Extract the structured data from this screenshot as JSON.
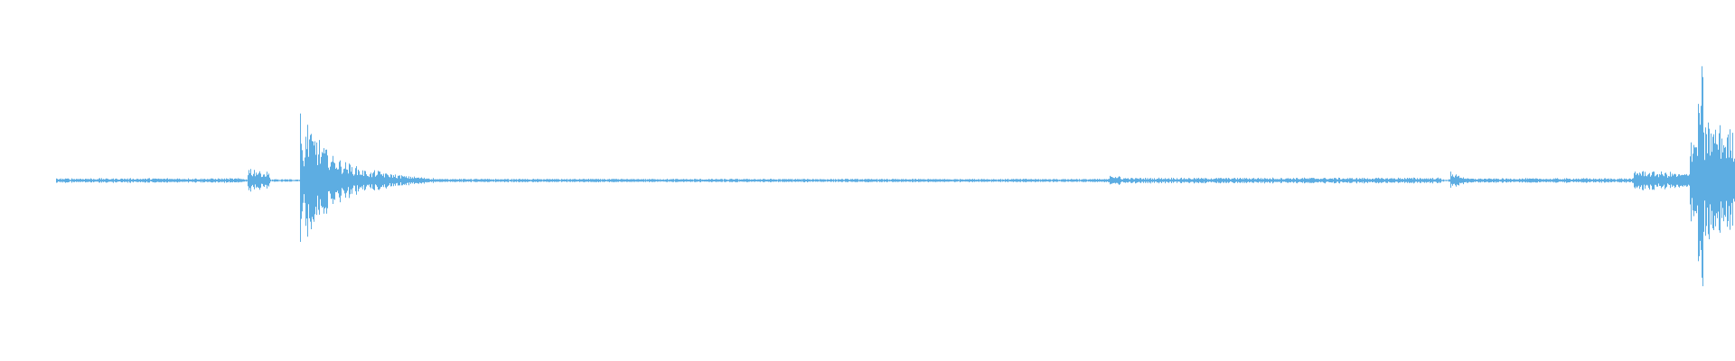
{
  "waveform": {
    "color": "#5dade2",
    "background": "#ffffff",
    "baseline_amplitude": 0.008,
    "bursts": [
      {
        "start": 0.0325,
        "end": 0.14,
        "peak": 0.02,
        "decay": 0.0
      },
      {
        "start": 0.143,
        "end": 0.155,
        "peak": 0.12,
        "decay": 0.5
      },
      {
        "start": 0.173,
        "end": 0.176,
        "peak": 0.95,
        "decay": 3.0
      },
      {
        "start": 0.176,
        "end": 0.215,
        "peak": 0.55,
        "decay": 2.0
      },
      {
        "start": 0.215,
        "end": 0.25,
        "peak": 0.1,
        "decay": 1.5
      },
      {
        "start": 0.25,
        "end": 0.64,
        "peak": 0.015,
        "decay": 0.0
      },
      {
        "start": 0.64,
        "end": 0.645,
        "peak": 0.06,
        "decay": 0.5
      },
      {
        "start": 0.645,
        "end": 0.83,
        "peak": 0.025,
        "decay": 0.0
      },
      {
        "start": 0.836,
        "end": 0.844,
        "peak": 0.09,
        "decay": 1.0
      },
      {
        "start": 0.844,
        "end": 0.942,
        "peak": 0.02,
        "decay": 0.0
      },
      {
        "start": 0.942,
        "end": 0.974,
        "peak": 0.1,
        "decay": 0.5
      },
      {
        "start": 0.974,
        "end": 0.983,
        "peak": 0.45,
        "decay": 0.0
      },
      {
        "start": 0.979,
        "end": 0.981,
        "peak": 1.0,
        "decay": 0.0
      },
      {
        "start": 0.983,
        "end": 0.999,
        "peak": 0.55,
        "decay": 0.2
      }
    ]
  }
}
